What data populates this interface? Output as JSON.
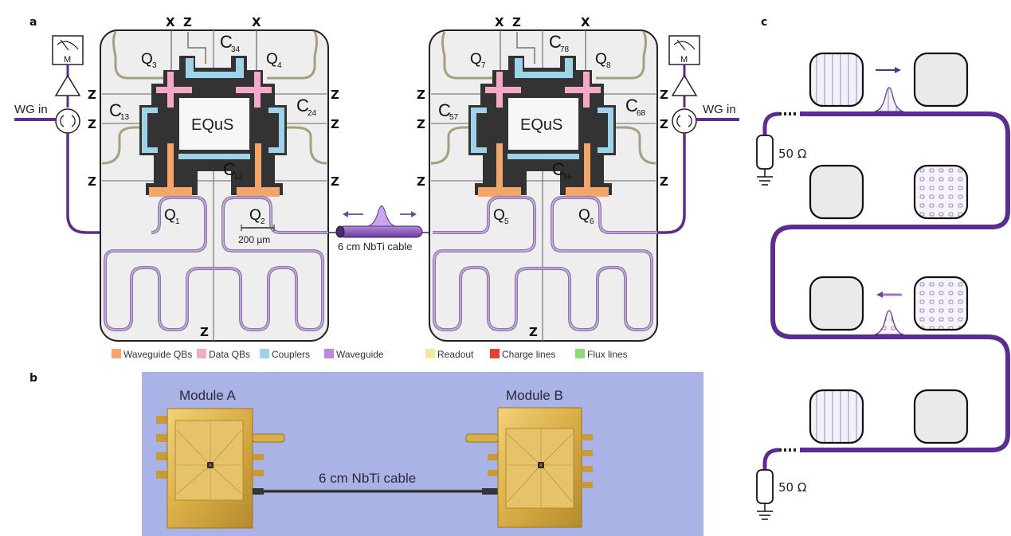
{
  "panels": {
    "a": {
      "label": "a",
      "module_left": {
        "logo": "EQuS",
        "qubits": [
          "Q",
          "Q",
          "Q",
          "Q"
        ],
        "qubit_subs": [
          "1",
          "2",
          "3",
          "4"
        ],
        "couplers": [
          "C",
          "C",
          "C",
          "C"
        ],
        "coupler_subs": [
          "12",
          "13",
          "24",
          "34"
        ],
        "scale_bar": "200 µm"
      },
      "module_right": {
        "logo": "EQuS",
        "qubits": [
          "Q",
          "Q",
          "Q",
          "Q"
        ],
        "qubit_subs": [
          "5",
          "6",
          "7",
          "8"
        ],
        "couplers": [
          "C",
          "C",
          "C",
          "C"
        ],
        "coupler_subs": [
          "56",
          "57",
          "68",
          "78"
        ]
      },
      "control_labels": {
        "x": "X",
        "z": "Z"
      },
      "wg_in": "WG in",
      "meter_label": "M",
      "cable_label": "6 cm NbTi cable",
      "legend": [
        {
          "label": "Waveguide QBs",
          "color": "#f4a66a"
        },
        {
          "label": "Data QBs",
          "color": "#f4a9c8"
        },
        {
          "label": "Couplers",
          "color": "#9fd3ea"
        },
        {
          "label": "Waveguide",
          "color": "#b98ae0"
        },
        {
          "label": "Readout",
          "color": "#f3e7a3"
        },
        {
          "label": "Charge lines",
          "color": "#e8402c"
        },
        {
          "label": "Flux lines",
          "color": "#8fd97a"
        }
      ]
    },
    "b": {
      "label": "b",
      "module_a": "Module A",
      "module_b": "Module B",
      "cable_label": "6 cm NbTi cable"
    },
    "c": {
      "label": "c",
      "termination_top": "50 Ω",
      "termination_bottom": "50 Ω"
    }
  },
  "colors": {
    "waveguide": "#5b2d8e",
    "waveguide_light": "#9b7bbd",
    "chip_bg": "#eeeeee",
    "photo_bg": "#a9b3e6",
    "gold": "#e0b84a"
  }
}
